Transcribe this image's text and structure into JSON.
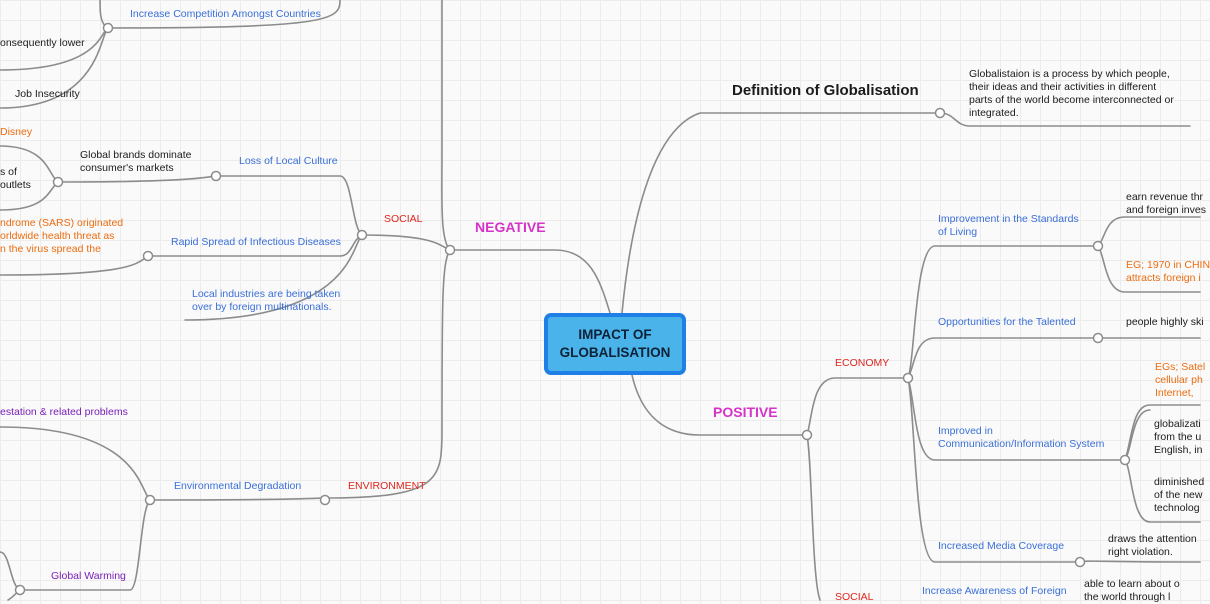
{
  "root": {
    "line1": "IMPACT OF",
    "line2": "GLOBALISATION"
  },
  "definition": {
    "title": "Definition of Globalisation",
    "lines": [
      "Globalistaion is a process by which people,",
      "their ideas and their activities in different",
      "parts of the world become interconnected or",
      "integrated."
    ]
  },
  "negative": {
    "label": "NEGATIVE",
    "top": {
      "increase_competition": "Increase Competition Amongst Countries",
      "consequently_lower": "onsequently lower",
      "job_insecurity": "Job Insecurity"
    },
    "social": {
      "label": "SOCIAL",
      "loss_of_local_culture": "Loss of Local Culture",
      "global_brands": [
        "Global brands dominate",
        "consumer's markets"
      ],
      "disney": "Disney",
      "outlets": [
        "s of",
        "outlets"
      ],
      "rapid_spread": "Rapid Spread of Infectious Diseases",
      "sars": [
        "ndrome (SARS) originated",
        "orldwide health threat as",
        "n the virus spread the"
      ],
      "local_industries": [
        "Local industries are being taken",
        "over by foreign multinationals."
      ]
    },
    "environment": {
      "label": "ENVIRONMENT",
      "degradation": "Environmental Degradation",
      "deforestation": "estation & related problems",
      "global_warming": "Global Warming"
    }
  },
  "positive": {
    "label": "POSITIVE",
    "economy": {
      "label": "ECONOMY",
      "standards": [
        "Improvement in the Standards",
        "of Living"
      ],
      "earn_revenue": [
        "earn revenue thr",
        "and foreign inves"
      ],
      "china": [
        "EG; 1970 in CHIN",
        "attracts foreign i"
      ],
      "talented": "Opportunities for the Talented",
      "highly_skilled": "people highly ski",
      "communication": [
        "Improved in",
        "Communication/Information System"
      ],
      "satellite": [
        "EGs; Satel",
        "cellular ph",
        "Internet,"
      ],
      "globalization": [
        "globalizati",
        "from the u",
        "English, in"
      ],
      "diminished": [
        "diminished",
        "of the new",
        "technolog"
      ],
      "media": "Increased Media Coverage",
      "draws_attention": [
        "draws the attention",
        "right violation."
      ]
    },
    "social": {
      "label": "SOCIAL",
      "awareness": "Increase Awareness of Foreign",
      "able_to_learn": [
        "able to learn about o",
        "the world through l"
      ]
    }
  }
}
